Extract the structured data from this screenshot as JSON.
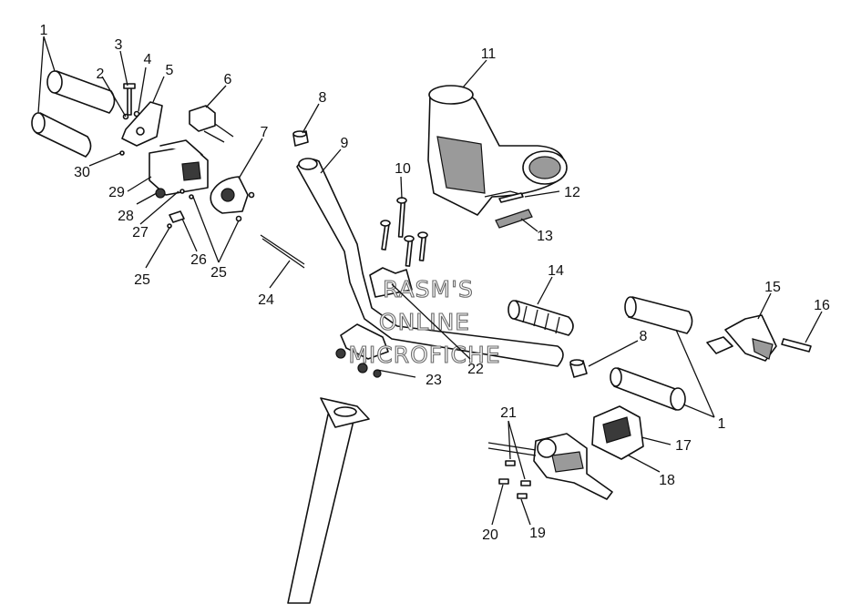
{
  "watermark": {
    "line1": "RASM'S",
    "line2": "ONLINE",
    "line3": "MICROFICHE"
  },
  "callouts": [
    {
      "label": "1"
    },
    {
      "label": "2"
    },
    {
      "label": "3"
    },
    {
      "label": "4"
    },
    {
      "label": "5"
    },
    {
      "label": "6"
    },
    {
      "label": "7"
    },
    {
      "label": "8"
    },
    {
      "label": "9"
    },
    {
      "label": "10"
    },
    {
      "label": "11"
    },
    {
      "label": "12"
    },
    {
      "label": "13"
    },
    {
      "label": "14"
    },
    {
      "label": "15"
    },
    {
      "label": "16"
    },
    {
      "label": "8"
    },
    {
      "label": "1"
    },
    {
      "label": "17"
    },
    {
      "label": "18"
    },
    {
      "label": "21"
    },
    {
      "label": "20"
    },
    {
      "label": "19"
    },
    {
      "label": "22"
    },
    {
      "label": "23"
    },
    {
      "label": "24"
    },
    {
      "label": "25"
    },
    {
      "label": "25"
    },
    {
      "label": "26"
    },
    {
      "label": "27"
    },
    {
      "label": "28"
    },
    {
      "label": "29"
    },
    {
      "label": "30"
    }
  ]
}
